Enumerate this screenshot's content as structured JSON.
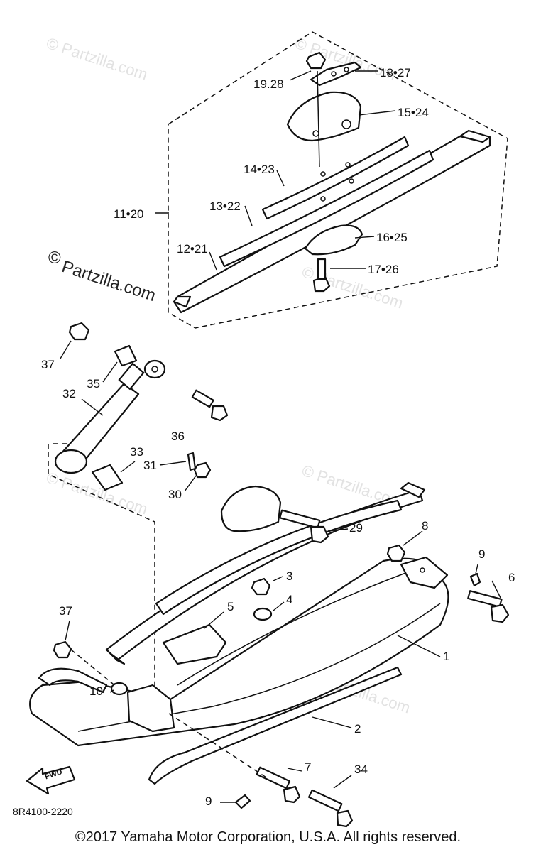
{
  "watermarks": {
    "site_faint": "© Partzilla.com",
    "site_dark_symbol": "©",
    "site_dark_text": "Partzilla.com"
  },
  "callouts": {
    "c19_28": "19.28",
    "c18_27": "18•27",
    "c15_24": "15•24",
    "c14_23": "14•23",
    "c11_20": "11•20",
    "c13_22": "13•22",
    "c16_25": "16•25",
    "c12_21": "12•21",
    "c17_26": "17•26",
    "c37a": "37",
    "c35": "35",
    "c32": "32",
    "c36": "36",
    "c33": "33",
    "c31": "31",
    "c30": "30",
    "c29": "29",
    "c8": "8",
    "c9a": "9",
    "c3": "3",
    "c4": "4",
    "c6": "6",
    "c5": "5",
    "c37b": "37",
    "c1": "1",
    "c10": "10",
    "c2": "2",
    "c7": "7",
    "c34": "34",
    "c9b": "9",
    "fwd": "FWD"
  },
  "footer": {
    "diagram_code": "8R4100-2220",
    "copyright": "©2017 Yamaha Motor Corporation, U.S.A. All rights reserved."
  }
}
